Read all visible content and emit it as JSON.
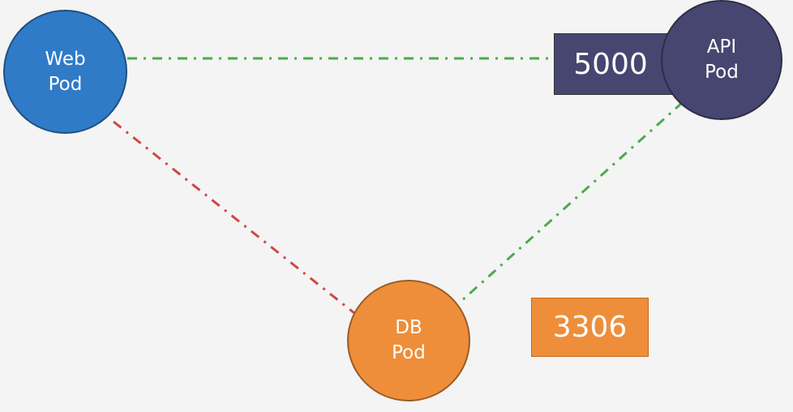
{
  "pods": {
    "web": {
      "line1": "Web",
      "line2": "Pod",
      "color": "#2f7bc8"
    },
    "api": {
      "line1": "API",
      "line2": "Pod",
      "color": "#474670"
    },
    "db": {
      "line1": "DB",
      "line2": "Pod",
      "color": "#ee8e3a"
    }
  },
  "ports": {
    "api_port": {
      "label": "5000",
      "color": "#474670"
    },
    "db_port": {
      "label": "3306",
      "color": "#ee8e3a"
    }
  },
  "connections": [
    {
      "from": "web",
      "to": "api",
      "color": "#4caa4c",
      "allowed": true
    },
    {
      "from": "web",
      "to": "db",
      "color": "#cc4a44",
      "allowed": false
    },
    {
      "from": "api",
      "to": "db",
      "color": "#4caa4c",
      "allowed": true
    }
  ]
}
